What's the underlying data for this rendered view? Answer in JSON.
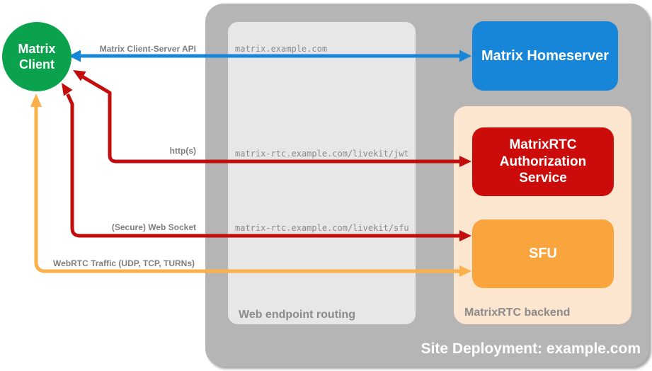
{
  "nodes": {
    "matrix_client": {
      "label": "Matrix Client",
      "color": "#0aa24d"
    },
    "matrix_homeserver": {
      "label": "Matrix Homeserver",
      "color": "#1786d9"
    },
    "matrixrtc_auth_service": {
      "label": "MatrixRTC Authorization Service",
      "color": "#cc0b0b"
    },
    "sfu": {
      "label": "SFU",
      "color": "#f9a43c"
    }
  },
  "containers": {
    "site_deployment": {
      "label": "Site Deployment: example.com",
      "color": "#b5b5b5"
    },
    "web_endpoint_routing": {
      "label": "Web endpoint routing",
      "color": "#e7e7e7"
    },
    "matrixrtc_backend": {
      "label": "MatrixRTC backend",
      "color": "#fce6cf"
    }
  },
  "endpoints": [
    {
      "url": "matrix.example.com"
    },
    {
      "url": "matrix-rtc.example.com/livekit/jwt"
    },
    {
      "url": "matrix-rtc.example.com/livekit/sfu"
    }
  ],
  "arrows": [
    {
      "label": "Matrix Client-Server API",
      "color": "#1786d9",
      "from": "Matrix Client",
      "to": "Matrix Homeserver",
      "bidirectional": true
    },
    {
      "label": "http(s)",
      "color": "#c30d0d",
      "from": "Matrix Client",
      "to": "MatrixRTC Authorization Service",
      "bidirectional": true
    },
    {
      "label": "(Secure) Web Socket",
      "color": "#c30d0d",
      "from": "Matrix Client",
      "to": "SFU",
      "bidirectional": true
    },
    {
      "label": "WebRTC Traffic (UDP, TCP, TURNs)",
      "color": "#fbb049",
      "from": "Matrix Client",
      "to": "SFU",
      "bidirectional": true
    }
  ]
}
